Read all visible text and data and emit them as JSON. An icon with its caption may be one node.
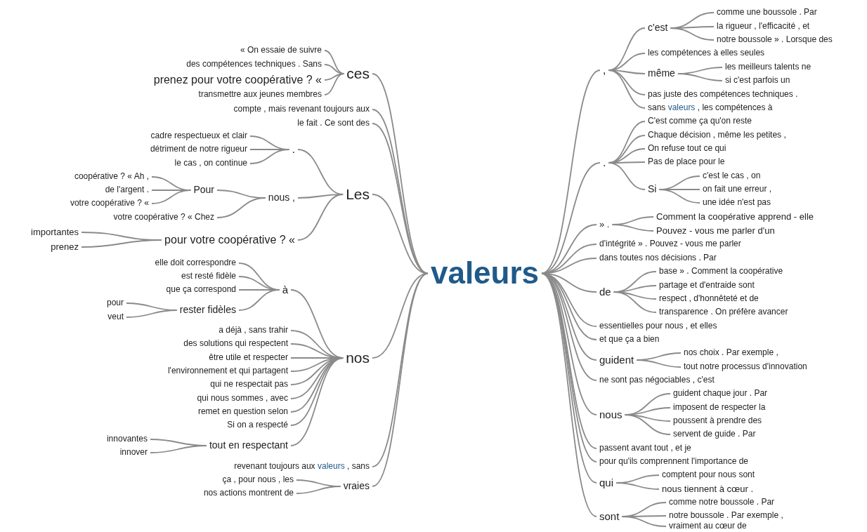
{
  "diagram": {
    "nodes": [
      {
        "text": [
          "valeurs"
        ]
      },
      {
        "text": [
          "ces"
        ]
      },
      {
        "text": [
          "« On essaie de suivre"
        ]
      },
      {
        "text": [
          "des compétences techniques . Sans"
        ]
      },
      {
        "text": [
          "prenez pour votre coopérative ? «"
        ]
      },
      {
        "text": [
          "transmettre aux jeunes membres"
        ]
      },
      {
        "text": [
          "compte , mais revenant toujours aux"
        ]
      },
      {
        "text": [
          "le fait . Ce sont des"
        ]
      },
      {
        "text": [
          "Les"
        ]
      },
      {
        "text": [
          "."
        ]
      },
      {
        "text": [
          "cadre respectueux et clair"
        ]
      },
      {
        "text": [
          "détriment de notre rigueur"
        ]
      },
      {
        "text": [
          "le cas , on continue"
        ]
      },
      {
        "text": [
          "nous ,"
        ]
      },
      {
        "text": [
          "Pour"
        ]
      },
      {
        "text": [
          "coopérative ? « Ah ,"
        ]
      },
      {
        "text": [
          "de l'argent ."
        ]
      },
      {
        "text": [
          "votre coopérative ? «"
        ]
      },
      {
        "text": [
          "votre coopérative ? « Chez"
        ]
      },
      {
        "text": [
          "pour votre coopérative ? «"
        ]
      },
      {
        "text": [
          "importantes"
        ]
      },
      {
        "text": [
          "prenez"
        ]
      },
      {
        "text": [
          "nos"
        ]
      },
      {
        "text": [
          "à"
        ]
      },
      {
        "text": [
          "elle doit correspondre"
        ]
      },
      {
        "text": [
          "est resté fidèle"
        ]
      },
      {
        "text": [
          "que ça correspond"
        ]
      },
      {
        "text": [
          "rester fidèles"
        ]
      },
      {
        "text": [
          "pour"
        ]
      },
      {
        "text": [
          "veut"
        ]
      },
      {
        "text": [
          "a déjà , sans trahir"
        ]
      },
      {
        "text": [
          "des solutions qui respectent"
        ]
      },
      {
        "text": [
          "être utile et respecter"
        ]
      },
      {
        "text": [
          "l'environnement et qui partagent"
        ]
      },
      {
        "text": [
          "qui ne respectait pas"
        ]
      },
      {
        "text": [
          "qui nous sommes , avec"
        ]
      },
      {
        "text": [
          "remet en question selon"
        ]
      },
      {
        "text": [
          "Si on a respecté"
        ]
      },
      {
        "text": [
          "tout en respectant"
        ]
      },
      {
        "text": [
          "innovantes"
        ]
      },
      {
        "text": [
          "innover"
        ]
      },
      {
        "text": [
          "revenant toujours aux **valeurs** , sans"
        ]
      },
      {
        "text": [
          "vraies"
        ]
      },
      {
        "text": [
          "ça , pour nous , les"
        ]
      },
      {
        "text": [
          "nos actions montrent de"
        ]
      },
      {
        "text": [
          ","
        ]
      },
      {
        "text": [
          "c'est"
        ]
      },
      {
        "text": [
          "comme une boussole . Par"
        ]
      },
      {
        "text": [
          "la rigueur , l'efficacité , et"
        ]
      },
      {
        "text": [
          "notre boussole » . Lorsque des"
        ]
      },
      {
        "text": [
          "les compétences à elles seules"
        ]
      },
      {
        "text": [
          "même"
        ]
      },
      {
        "text": [
          "les meilleurs talents ne"
        ]
      },
      {
        "text": [
          "si c'est parfois un"
        ]
      },
      {
        "text": [
          "pas juste des compétences techniques ."
        ]
      },
      {
        "text": [
          "sans **valeurs** , les compétences à"
        ]
      },
      {
        "text": [
          "."
        ]
      },
      {
        "text": [
          "C'est comme ça qu'on reste"
        ]
      },
      {
        "text": [
          "Chaque décision , même les petites ,"
        ]
      },
      {
        "text": [
          "On refuse tout ce qui"
        ]
      },
      {
        "text": [
          "Pas de place pour le"
        ]
      },
      {
        "text": [
          "Si"
        ]
      },
      {
        "text": [
          "c'est le cas , on"
        ]
      },
      {
        "text": [
          "on fait une erreur ,"
        ]
      },
      {
        "text": [
          "une idée n'est pas"
        ]
      },
      {
        "text": [
          "» ."
        ]
      },
      {
        "text": [
          "Comment la coopérative apprend - elle"
        ]
      },
      {
        "text": [
          "Pouvez - vous me parler d'un"
        ]
      },
      {
        "text": [
          "d'intégrité » . Pouvez - vous me parler"
        ]
      },
      {
        "text": [
          "dans toutes nos décisions . Par"
        ]
      },
      {
        "text": [
          "de"
        ]
      },
      {
        "text": [
          "base » . Comment la coopérative"
        ]
      },
      {
        "text": [
          "partage et d'entraide sont"
        ]
      },
      {
        "text": [
          "respect , d'honnêteté et de"
        ]
      },
      {
        "text": [
          "transparence . On préfère avancer"
        ]
      },
      {
        "text": [
          "essentielles pour nous , et elles"
        ]
      },
      {
        "text": [
          "et que ça a bien"
        ]
      },
      {
        "text": [
          "guident"
        ]
      },
      {
        "text": [
          "nos choix . Par exemple ,"
        ]
      },
      {
        "text": [
          "tout notre processus d'innovation"
        ]
      },
      {
        "text": [
          "ne sont pas négociables , c'est"
        ]
      },
      {
        "text": [
          "nous"
        ]
      },
      {
        "text": [
          "guident chaque jour . Par"
        ]
      },
      {
        "text": [
          "imposent de respecter la"
        ]
      },
      {
        "text": [
          "poussent à prendre des"
        ]
      },
      {
        "text": [
          "servent de guide . Par"
        ]
      },
      {
        "text": [
          "passent avant tout , et je"
        ]
      },
      {
        "text": [
          "pour qu'ils comprennent l'importance de"
        ]
      },
      {
        "text": [
          "qui"
        ]
      },
      {
        "text": [
          "comptent pour nous sont"
        ]
      },
      {
        "text": [
          "nous tiennent à cœur ."
        ]
      },
      {
        "text": [
          "sont"
        ]
      },
      {
        "text": [
          "comme notre boussole . Par"
        ]
      },
      {
        "text": [
          "notre boussole . Par exemple ,"
        ]
      },
      {
        "text": [
          "vraiment au cœur de"
        ]
      }
    ],
    "edges": [
      {
        "from": 0,
        "to": 1,
        "arrow": "none"
      },
      {
        "from": 1,
        "to": 2,
        "arrow": "none"
      },
      {
        "from": 1,
        "to": 3,
        "arrow": "none"
      },
      {
        "from": 1,
        "to": 4,
        "arrow": "none"
      },
      {
        "from": 1,
        "to": 5,
        "arrow": "none"
      },
      {
        "from": 0,
        "to": 6,
        "arrow": "none"
      },
      {
        "from": 0,
        "to": 7,
        "arrow": "none"
      },
      {
        "from": 0,
        "to": 8,
        "arrow": "none"
      },
      {
        "from": 8,
        "to": 9,
        "arrow": "none"
      },
      {
        "from": 9,
        "to": 10,
        "arrow": "none"
      },
      {
        "from": 9,
        "to": 11,
        "arrow": "none"
      },
      {
        "from": 9,
        "to": 12,
        "arrow": "none"
      },
      {
        "from": 8,
        "to": 13,
        "arrow": "none"
      },
      {
        "from": 13,
        "to": 14,
        "arrow": "none"
      },
      {
        "from": 14,
        "to": 15,
        "arrow": "none"
      },
      {
        "from": 14,
        "to": 16,
        "arrow": "none"
      },
      {
        "from": 14,
        "to": 17,
        "arrow": "none"
      },
      {
        "from": 13,
        "to": 18,
        "arrow": "none"
      },
      {
        "from": 8,
        "to": 19,
        "arrow": "none"
      },
      {
        "from": 19,
        "to": 20,
        "arrow": "none"
      },
      {
        "from": 19,
        "to": 21,
        "arrow": "none"
      },
      {
        "from": 0,
        "to": 22,
        "arrow": "none"
      },
      {
        "from": 22,
        "to": 23,
        "arrow": "none"
      },
      {
        "from": 23,
        "to": 24,
        "arrow": "none"
      },
      {
        "from": 23,
        "to": 25,
        "arrow": "none"
      },
      {
        "from": 23,
        "to": 26,
        "arrow": "none"
      },
      {
        "from": 23,
        "to": 27,
        "arrow": "none"
      },
      {
        "from": 27,
        "to": 28,
        "arrow": "none"
      },
      {
        "from": 27,
        "to": 29,
        "arrow": "none"
      },
      {
        "from": 22,
        "to": 30,
        "arrow": "none"
      },
      {
        "from": 22,
        "to": 31,
        "arrow": "none"
      },
      {
        "from": 22,
        "to": 32,
        "arrow": "none"
      },
      {
        "from": 22,
        "to": 33,
        "arrow": "none"
      },
      {
        "from": 22,
        "to": 34,
        "arrow": "none"
      },
      {
        "from": 22,
        "to": 35,
        "arrow": "none"
      },
      {
        "from": 22,
        "to": 36,
        "arrow": "none"
      },
      {
        "from": 22,
        "to": 37,
        "arrow": "none"
      },
      {
        "from": 22,
        "to": 38,
        "arrow": "none"
      },
      {
        "from": 38,
        "to": 39,
        "arrow": "none"
      },
      {
        "from": 38,
        "to": 40,
        "arrow": "none"
      },
      {
        "from": 0,
        "to": 41,
        "arrow": "none"
      },
      {
        "from": 0,
        "to": 42,
        "arrow": "none"
      },
      {
        "from": 42,
        "to": 43,
        "arrow": "none"
      },
      {
        "from": 42,
        "to": 44,
        "arrow": "none"
      },
      {
        "from": 0,
        "to": 45,
        "arrow": "none"
      },
      {
        "from": 45,
        "to": 46,
        "arrow": "none"
      },
      {
        "from": 46,
        "to": 47,
        "arrow": "none"
      },
      {
        "from": 46,
        "to": 48,
        "arrow": "none"
      },
      {
        "from": 46,
        "to": 49,
        "arrow": "none"
      },
      {
        "from": 45,
        "to": 50,
        "arrow": "none"
      },
      {
        "from": 45,
        "to": 51,
        "arrow": "none"
      },
      {
        "from": 51,
        "to": 52,
        "arrow": "none"
      },
      {
        "from": 51,
        "to": 53,
        "arrow": "none"
      },
      {
        "from": 45,
        "to": 54,
        "arrow": "none"
      },
      {
        "from": 45,
        "to": 55,
        "arrow": "none"
      },
      {
        "from": 0,
        "to": 56,
        "arrow": "none"
      },
      {
        "from": 56,
        "to": 57,
        "arrow": "none"
      },
      {
        "from": 56,
        "to": 58,
        "arrow": "none"
      },
      {
        "from": 56,
        "to": 59,
        "arrow": "none"
      },
      {
        "from": 56,
        "to": 60,
        "arrow": "none"
      },
      {
        "from": 56,
        "to": 61,
        "arrow": "none"
      },
      {
        "from": 61,
        "to": 62,
        "arrow": "none"
      },
      {
        "from": 61,
        "to": 63,
        "arrow": "none"
      },
      {
        "from": 61,
        "to": 64,
        "arrow": "none"
      },
      {
        "from": 0,
        "to": 65,
        "arrow": "none"
      },
      {
        "from": 65,
        "to": 66,
        "arrow": "none"
      },
      {
        "from": 65,
        "to": 67,
        "arrow": "none"
      },
      {
        "from": 0,
        "to": 68,
        "arrow": "none"
      },
      {
        "from": 0,
        "to": 69,
        "arrow": "none"
      },
      {
        "from": 0,
        "to": 70,
        "arrow": "none"
      },
      {
        "from": 70,
        "to": 71,
        "arrow": "none"
      },
      {
        "from": 70,
        "to": 72,
        "arrow": "none"
      },
      {
        "from": 70,
        "to": 73,
        "arrow": "none"
      },
      {
        "from": 70,
        "to": 74,
        "arrow": "none"
      },
      {
        "from": 0,
        "to": 75,
        "arrow": "none"
      },
      {
        "from": 0,
        "to": 76,
        "arrow": "none"
      },
      {
        "from": 0,
        "to": 77,
        "arrow": "none"
      },
      {
        "from": 77,
        "to": 78,
        "arrow": "none"
      },
      {
        "from": 77,
        "to": 79,
        "arrow": "none"
      },
      {
        "from": 0,
        "to": 80,
        "arrow": "none"
      },
      {
        "from": 0,
        "to": 81,
        "arrow": "none"
      },
      {
        "from": 81,
        "to": 82,
        "arrow": "none"
      },
      {
        "from": 81,
        "to": 83,
        "arrow": "none"
      },
      {
        "from": 81,
        "to": 84,
        "arrow": "none"
      },
      {
        "from": 81,
        "to": 85,
        "arrow": "none"
      },
      {
        "from": 0,
        "to": 86,
        "arrow": "none"
      },
      {
        "from": 0,
        "to": 87,
        "arrow": "none"
      },
      {
        "from": 0,
        "to": 88,
        "arrow": "none"
      },
      {
        "from": 88,
        "to": 89,
        "arrow": "none"
      },
      {
        "from": 88,
        "to": 90,
        "arrow": "none"
      },
      {
        "from": 0,
        "to": 91,
        "arrow": "none"
      },
      {
        "from": 91,
        "to": 92,
        "arrow": "none"
      },
      {
        "from": 91,
        "to": 93,
        "arrow": "none"
      },
      {
        "from": 91,
        "to": 94,
        "arrow": "none"
      }
    ]
  }
}
